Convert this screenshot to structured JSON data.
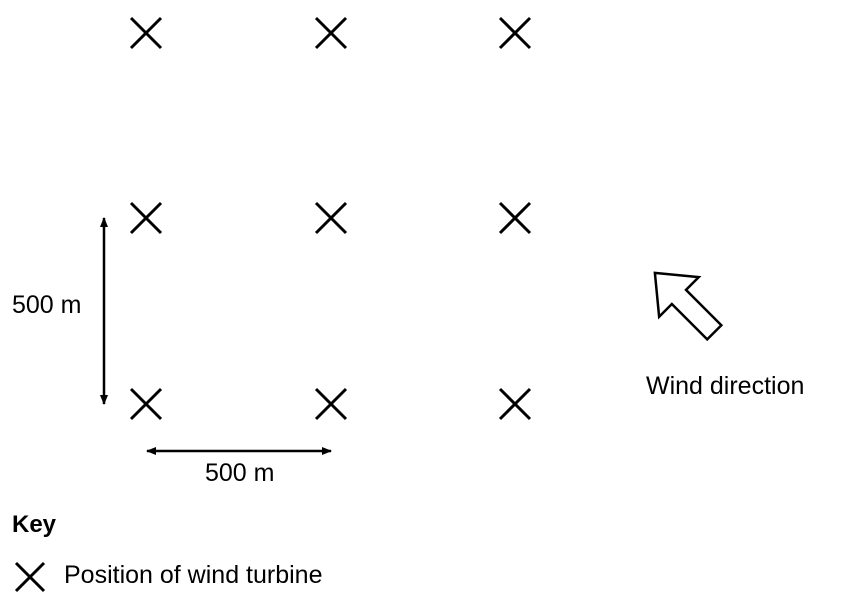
{
  "colors": {
    "ink": "#000000",
    "background": "#ffffff"
  },
  "turbine_grid": {
    "rows": 3,
    "columns": 3,
    "icon": "cross-icon"
  },
  "dimensions": {
    "vertical_spacing_label": "500 m",
    "horizontal_spacing_label": "500 m"
  },
  "wind": {
    "label": "Wind direction",
    "icon": "hollow-arrow-icon"
  },
  "key": {
    "title": "Key",
    "items": [
      {
        "icon": "cross-icon",
        "label": "Position of wind turbine"
      }
    ]
  }
}
